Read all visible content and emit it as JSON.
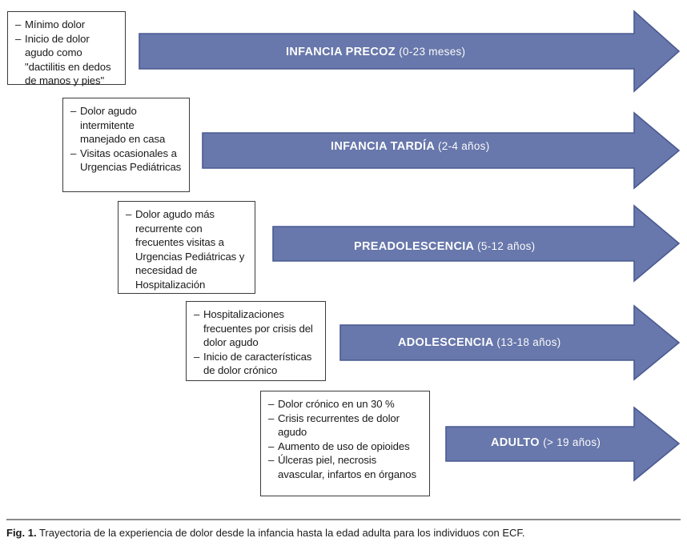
{
  "figure": {
    "caption_label": "Fig. 1.",
    "caption_text": "Trayectoria de la experiencia de dolor desde la infancia hasta la edad adulta para los individuos con ECF.",
    "arrow_color": "#6878ad",
    "arrow_border_color": "#4a5a91",
    "box_border_color": "#3b3b3b",
    "label_color": "#ffffff",
    "background": "#ffffff"
  },
  "stages": [
    {
      "arrow_title": "INFANCIA PRECOZ",
      "arrow_age": "(0-23 meses)",
      "notes": [
        "Mínimo dolor",
        "Inicio de dolor agudo como \"dactilitis en dedos de manos y pies\""
      ]
    },
    {
      "arrow_title": "INFANCIA TARDÍA",
      "arrow_age": "(2-4 años)",
      "notes": [
        "Dolor agudo intermitente manejado en casa",
        "Visitas ocasionales a Urgencias Pediátricas"
      ]
    },
    {
      "arrow_title": "PREADOLESCENCIA",
      "arrow_age": "(5-12 años)",
      "notes": [
        "Dolor agudo más recurrente con frecuentes visitas a Urgencias Pediátricas y necesidad de Hospitalización"
      ]
    },
    {
      "arrow_title": "ADOLESCENCIA",
      "arrow_age": "(13-18 años)",
      "notes": [
        "Hospitalizaciones frecuentes por crisis del dolor agudo",
        "Inicio de características de dolor crónico"
      ]
    },
    {
      "arrow_title": "ADULTO",
      "arrow_age": "(> 19 años)",
      "notes": [
        "Dolor crónico en un 30 %",
        "Crisis recurrentes de dolor agudo",
        "Aumento de uso de opioides",
        "Úlceras piel, necrosis avascular, infartos en órganos"
      ]
    }
  ],
  "bullet_dash": "–"
}
